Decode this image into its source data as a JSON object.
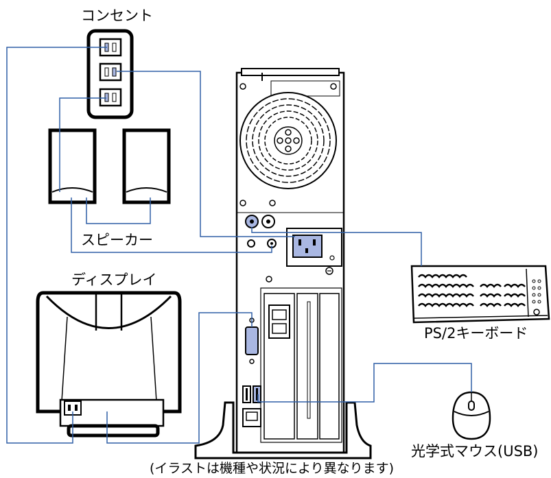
{
  "labels": {
    "outlet": "コンセント",
    "speaker": "スピーカー",
    "display": "ディスプレイ",
    "keyboard": "PS/2キーボード",
    "mouse": "光学式マウス(USB)"
  },
  "caption": "(イラストは機種や状況により異なります)",
  "colors": {
    "cable": "#2f5fa6",
    "highlight": "#a9b7e2",
    "outline": "#000000",
    "background": "#ffffff"
  }
}
